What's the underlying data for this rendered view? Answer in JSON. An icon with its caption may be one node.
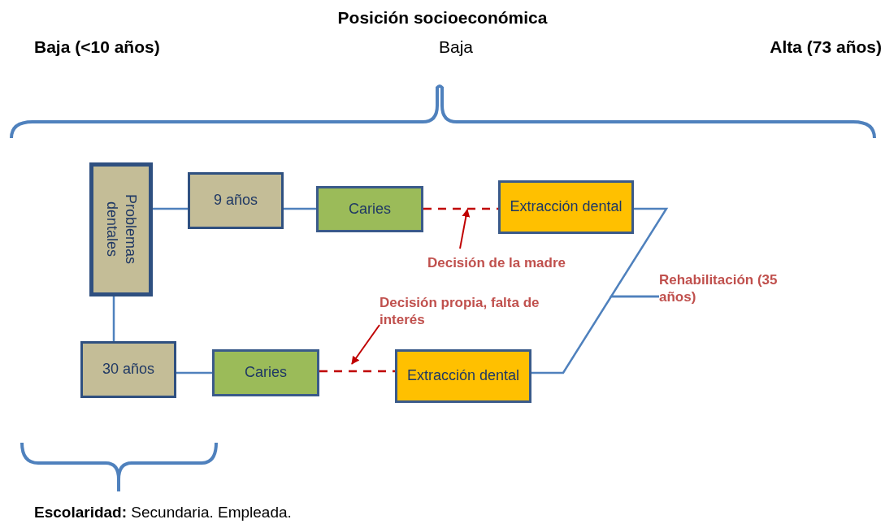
{
  "diagram": {
    "title": "Posición socioeconómica",
    "nodes": [
      {
        "text": [
          "Problemas dentales"
        ]
      },
      {
        "text": [
          "9 años"
        ]
      },
      {
        "text": [
          "Caries"
        ]
      },
      {
        "text": [
          "Extracción dental"
        ]
      },
      {
        "text": [
          "30 años"
        ]
      },
      {
        "text": [
          "Caries"
        ]
      },
      {
        "text": [
          "Extracción dental"
        ]
      },
      {
        "text": [
          "Decisión de la madre"
        ]
      },
      {
        "text": [
          "Decisión propia, falta de interés"
        ]
      },
      {
        "text": [
          "Rehabilitación (35 años)"
        ]
      }
    ],
    "edges": [
      {
        "from": 0,
        "to": 1,
        "arrow": "none"
      },
      {
        "from": 1,
        "to": 2,
        "arrow": "none"
      },
      {
        "from": 2,
        "to": 3,
        "arrow": "none",
        "style": "dashed",
        "color": "#c00000"
      },
      {
        "from": 0,
        "to": 4,
        "arrow": "none"
      },
      {
        "from": 4,
        "to": 5,
        "arrow": "none"
      },
      {
        "from": 5,
        "to": 6,
        "arrow": "none",
        "style": "dashed",
        "color": "#c00000"
      },
      {
        "from": 7,
        "to": null,
        "arrow": "to",
        "color": "#c00000"
      },
      {
        "from": 8,
        "to": null,
        "arrow": "to",
        "color": "#c00000"
      },
      {
        "from": 3,
        "to": 9,
        "arrow": "none"
      },
      {
        "from": 6,
        "to": 9,
        "arrow": "none"
      }
    ],
    "labels": [
      "Baja (<10 años)",
      "Baja",
      "Alta (73 años)",
      "**Escolaridad:** Secundaria. Empleada."
    ]
  }
}
